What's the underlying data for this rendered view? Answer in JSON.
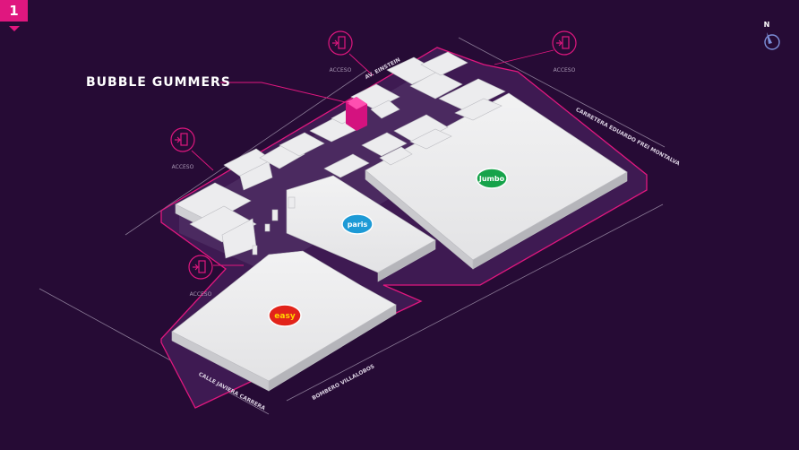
{
  "floor": {
    "number": "1"
  },
  "highlighted_store": {
    "name": "BUBBLE GUMMERS"
  },
  "compass": {
    "label": "N"
  },
  "entrances": [
    {
      "label": "ACCESO"
    },
    {
      "label": "ACCESO"
    },
    {
      "label": "ACCESO"
    },
    {
      "label": "ACCESO"
    }
  ],
  "streets": {
    "north": "AV. EINSTEIN",
    "east": "CARRETERA EDUARDO FREI MONTALVA",
    "south": "BOMBERO VILLALOBOS",
    "west": "CALLE JAVIERA CARRERA"
  },
  "anchors": {
    "jumbo": "Jumbo",
    "paris": "paris",
    "easy": "easy"
  },
  "colors": {
    "background": "#260b35",
    "accent": "#e0177f",
    "building": "#e9e9ea",
    "jumbo": "#16a34a",
    "paris": "#1d9ad6",
    "easy": "#e2231a"
  }
}
